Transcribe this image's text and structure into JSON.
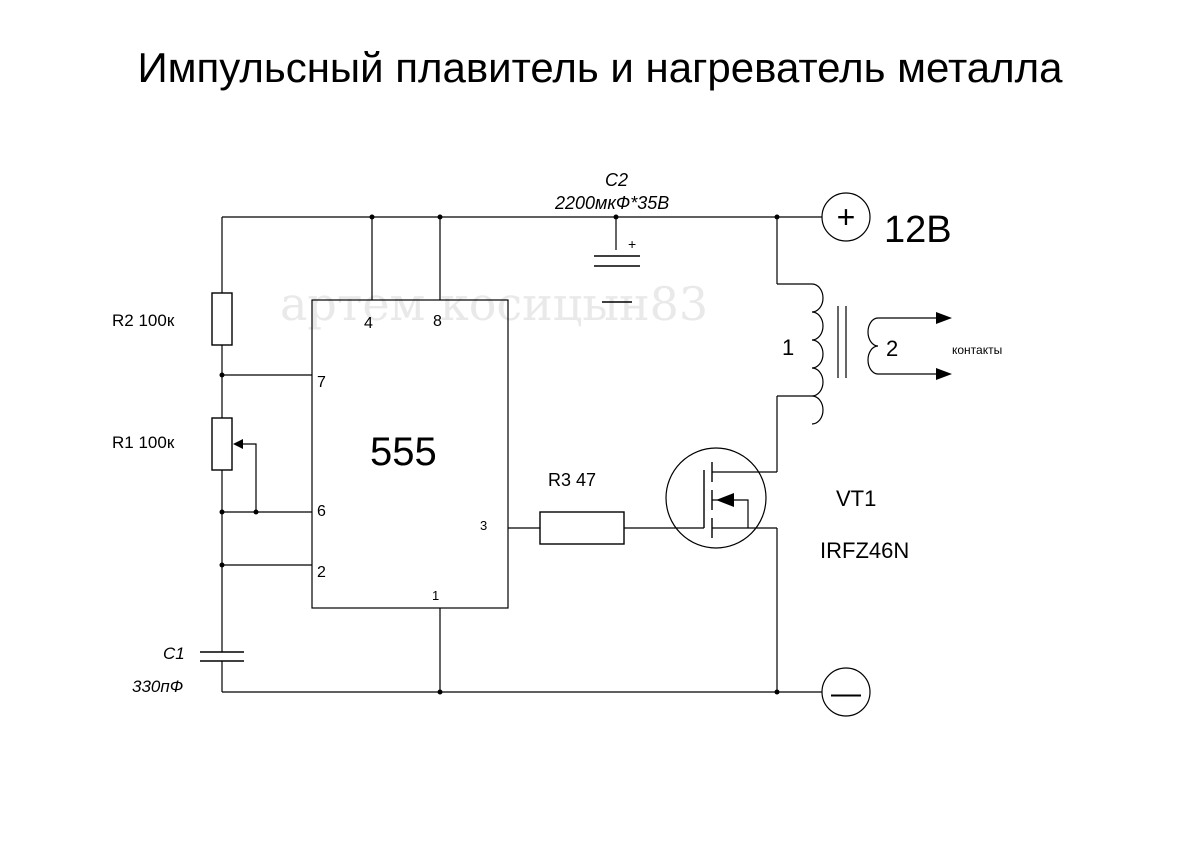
{
  "title": "Импульсный плавитель и нагреватель металла",
  "watermark": "артем косицын83",
  "ic": {
    "name": "555",
    "pins": [
      "4",
      "8",
      "7",
      "6",
      "2",
      "3",
      "1"
    ]
  },
  "components": {
    "r2": "R2 100к",
    "r1": "R1 100к",
    "r3": "R3 47",
    "c1_name": "С1",
    "c1_value": "330пФ",
    "c2_name": "С2",
    "c2_value": "2200мкФ*35В",
    "c2_plus": "+",
    "transformer_primary": "1",
    "transformer_secondary": "2",
    "contacts": "контакты",
    "vt1_name": "VT1",
    "vt1_part": "IRFZ46N"
  },
  "power": {
    "plus_symbol": "+",
    "voltage": "12В",
    "minus_symbol": "—"
  },
  "colors": {
    "ink": "#000000",
    "background": "#ffffff",
    "watermark": "#cfcfcf"
  }
}
